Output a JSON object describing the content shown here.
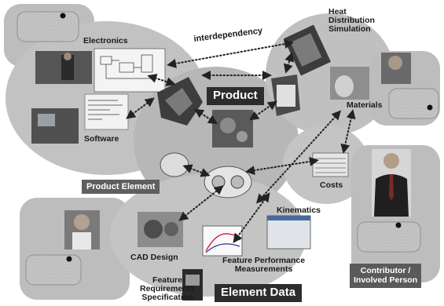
{
  "labels": {
    "electronics": "Electronics",
    "software": "Software",
    "heat_line1": "Heat",
    "heat_line2": "Distribution",
    "heat_line3": "Simulation",
    "materials": "Materials",
    "costs": "Costs",
    "kinematics": "Kinematics",
    "cad_design": "CAD Design",
    "feature_perf_line1": "Feature Performance",
    "feature_perf_line2": "Measurements",
    "feature_req_line1": "Feature",
    "feature_req_line2": "Requirements",
    "feature_req_line3": "Specification",
    "interdependency": "interdependency"
  },
  "tags": {
    "product": "Product",
    "product_element": "Product Element",
    "element_data": "Element Data",
    "contributor_line1": "Contributor /",
    "contributor_line2": "Involved Person"
  },
  "colors": {
    "blob": "#bdbdbd",
    "blob_dark": "#a9a9a9",
    "tag_gray": "#5f5f5f",
    "tag_dark": "#2d2d2d",
    "arrow": "#222222"
  }
}
